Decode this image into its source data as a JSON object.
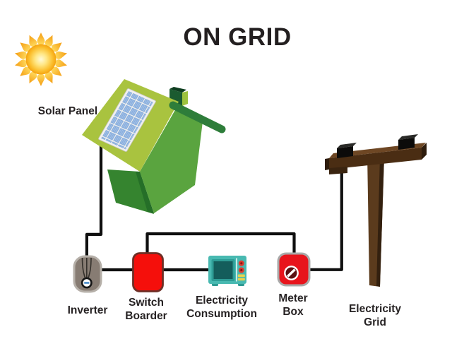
{
  "title": "ON GRID",
  "diagram": {
    "solar_panel": {
      "label": "Solar Panel"
    },
    "inverter": {
      "label": "Inverter"
    },
    "switch_boarder": {
      "line1": "Switch",
      "line2": "Boarder"
    },
    "electricity_consumption": {
      "line1": "Electricity",
      "line2": "Consumption"
    },
    "meter_box": {
      "line1": "Meter",
      "line2": "Box"
    },
    "electricity_grid": {
      "line1": "Electricity",
      "line2": "Grid"
    }
  },
  "icons": {
    "sun": "sun-icon",
    "house": "house-icon",
    "solar_panel": "solar-panel-icon",
    "inverter": "inverter-icon",
    "switch_boarder": "switch-board-icon",
    "electricity_consumption": "microwave-icon",
    "meter_box": "meter-box-icon",
    "electricity_grid": "utility-pole-icon"
  },
  "colors": {
    "background": "#FFFFFF",
    "text": "#231F20",
    "wire": "#0F0F0F",
    "roof_green": "#A9C33F",
    "house_green": "#5AA43F",
    "house_green_dark": "#35842F",
    "ridge_green": "#2E7D3A",
    "panel_blue": "#87ADDC",
    "sun_orange": "#F5A317",
    "sun_yellow": "#FFE14A",
    "device_red": "#F50F0B",
    "meter_red": "#E8141C",
    "inverter_gray": "#877C73",
    "microwave_teal": "#48B9B1",
    "pole_brown": "#4A2D13"
  }
}
